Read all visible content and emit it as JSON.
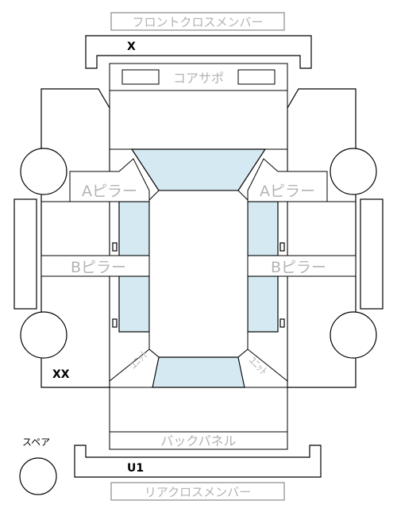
{
  "labels": {
    "front_cross_member": "フロントクロスメンバー",
    "front_code": "X",
    "core_support": "コアサポ",
    "a_pillar_left": "Aピラー",
    "a_pillar_right": "Aピラー",
    "b_pillar_left": "Bピラー",
    "b_pillar_right": "Bピラー",
    "rear_left_code": "XX",
    "unit_left": "ﾕﾆｯﾄ",
    "unit_right": "ﾕﾆｯﾄ",
    "back_panel": "バックパネル",
    "spare": "スペア",
    "rear_code": "U1",
    "rear_cross_member": "リアクロスメンバー"
  },
  "colors": {
    "glass": "#d4e9f1",
    "outline": "#000000",
    "gray_text": "#b3b3b3"
  }
}
